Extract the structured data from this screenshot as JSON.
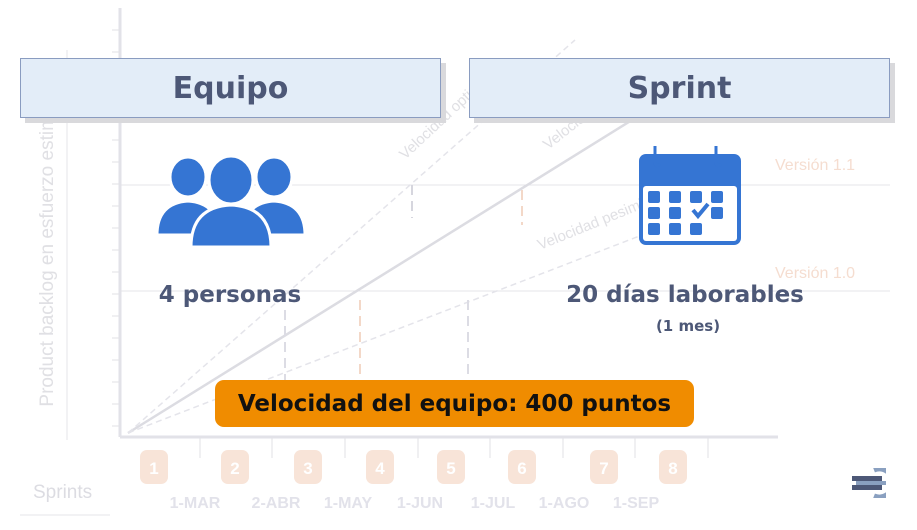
{
  "chart": {
    "y_axis_label": "Product backlog en esfuerzo estimado",
    "x_axis_label": "Sprints",
    "lines": [
      "Velocidad optimista",
      "Velocidad media",
      "Velocidad pesimista"
    ],
    "versions": [
      "Versión 1.1",
      "Versión 1.0"
    ],
    "sprints": [
      "1",
      "2",
      "3",
      "4",
      "5",
      "6",
      "7",
      "8"
    ],
    "months": [
      "1-MAR",
      "2-ABR",
      "1-MAY",
      "1-JUN",
      "1-JUL",
      "1-AGO",
      "1-SEP"
    ]
  },
  "equipo": {
    "title": "Equipo",
    "icon": "people-icon",
    "value": "4 personas"
  },
  "sprint": {
    "title": "Sprint",
    "icon": "calendar-icon",
    "value": "20 días laborables",
    "sub": "(1 mes)"
  },
  "velocidad": "Velocidad del equipo: 400 puntos",
  "colors": {
    "header_bg": "#e3edf8",
    "accent": "#f08c00",
    "icon": "#3575d3",
    "text": "#4d5877"
  }
}
